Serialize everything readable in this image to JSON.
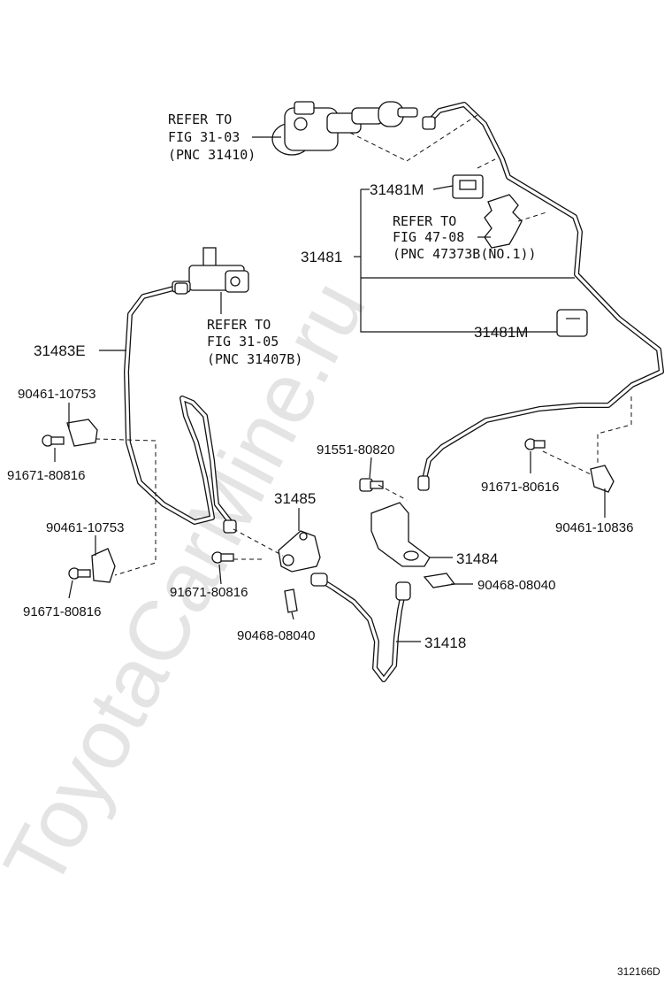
{
  "watermark": "ToyotaCarMine.ru",
  "figure_id": "312166D",
  "refs": {
    "master_cylinder": {
      "l1": "REFER TO",
      "l2": "FIG 31-03",
      "l3": "(PNC 31410)"
    },
    "clamp": {
      "l1": "REFER TO",
      "l2": "FIG 47-08",
      "l3": "(PNC 47373B(NO.1))"
    },
    "union": {
      "l1": "REFER TO",
      "l2": "FIG 31-05",
      "l3": "(PNC 31407B)"
    }
  },
  "labels": {
    "p31481M_top": "31481M",
    "p31481": "31481",
    "p31481M_bot": "31481M",
    "p31483E": "31483E",
    "p90461_10753_a": "90461-10753",
    "p91671_80816_a": "91671-80816",
    "p91551_80820": "91551-80820",
    "p91671_80616": "91671-80616",
    "p90461_10836": "90461-10836",
    "p31485": "31485",
    "p90461_10753_b": "90461-10753",
    "p31484": "31484",
    "p91671_80816_b": "91671-80816",
    "p90468_08040_a": "90468-08040",
    "p91671_80816_c": "91671-80816",
    "p90468_08040_b": "90468-08040",
    "p31418": "31418"
  }
}
